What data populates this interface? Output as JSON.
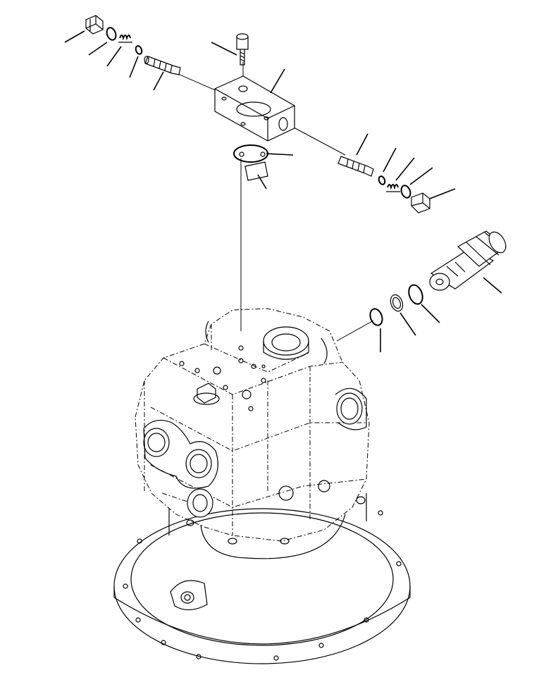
{
  "diagram": {
    "parts": [
      {
        "id": "plug-upper",
        "type": "plug"
      },
      {
        "id": "oring-upper",
        "type": "o-ring"
      },
      {
        "id": "spring-upper",
        "type": "spring"
      },
      {
        "id": "washer-upper",
        "type": "washer"
      },
      {
        "id": "valve-spool-upper",
        "type": "spool"
      },
      {
        "id": "cap-screw",
        "type": "bolt"
      },
      {
        "id": "valve-block",
        "type": "block"
      },
      {
        "id": "block-oring",
        "type": "o-ring"
      },
      {
        "id": "label-plate",
        "type": "plate"
      },
      {
        "id": "valve-spool-lower",
        "type": "spool"
      },
      {
        "id": "washer-lower",
        "type": "washer"
      },
      {
        "id": "spring-lower",
        "type": "spring"
      },
      {
        "id": "oring-lower",
        "type": "o-ring"
      },
      {
        "id": "plug-lower",
        "type": "plug"
      },
      {
        "id": "relief-cartridge",
        "type": "cartridge-valve"
      },
      {
        "id": "backup-ring",
        "type": "ring"
      },
      {
        "id": "cartridge-oring-outer",
        "type": "o-ring"
      },
      {
        "id": "cartridge-oring-inner",
        "type": "o-ring"
      },
      {
        "id": "swing-motor-housing",
        "type": "housing"
      }
    ],
    "callout_count": 17
  }
}
